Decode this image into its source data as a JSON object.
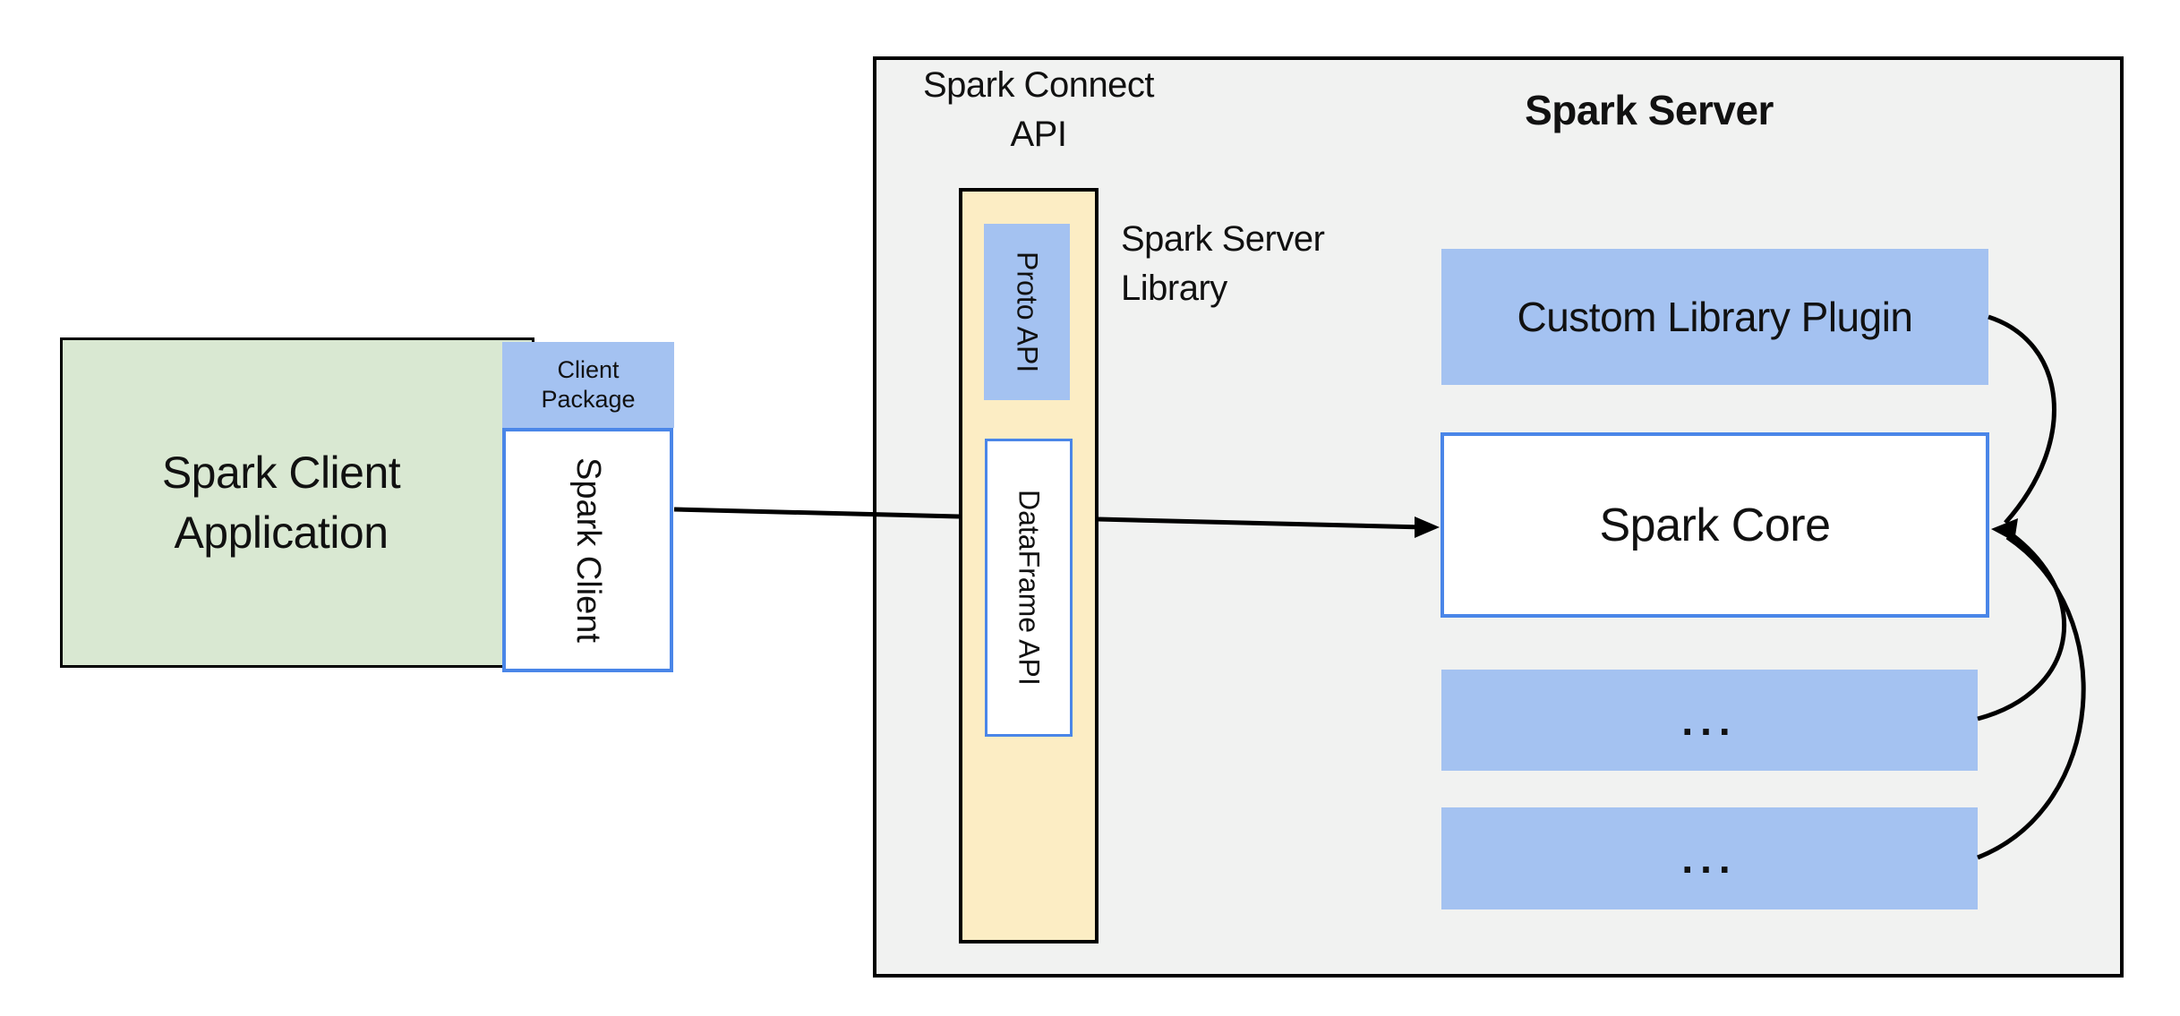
{
  "colors": {
    "canvas_bg": "#ffffff",
    "server_panel_bg": "#f1f2f1",
    "panel_border": "#000000",
    "client_app_fill": "#d9e8d2",
    "blue_fill": "#a4c2f1",
    "yellow_fill": "#fcedc4",
    "blue_border": "#4a86e8",
    "connector": "#000000"
  },
  "client": {
    "app_label_line1": "Spark Client",
    "app_label_line2": "Application",
    "package_label_line1": "Client",
    "package_label_line2": "Package",
    "client_label": "Spark Client"
  },
  "connect_api": {
    "title_line1": "Spark Connect",
    "title_line2": "API",
    "proto_api_label": "Proto  API",
    "dataframe_api_label": "DataFrame API",
    "library_label_line1": "Spark Server",
    "library_label_line2": "Library"
  },
  "server": {
    "title": "Spark Server",
    "plugin_label": "Custom Library Plugin",
    "core_label": "Spark Core",
    "module1_label": "...",
    "module2_label": "..."
  }
}
